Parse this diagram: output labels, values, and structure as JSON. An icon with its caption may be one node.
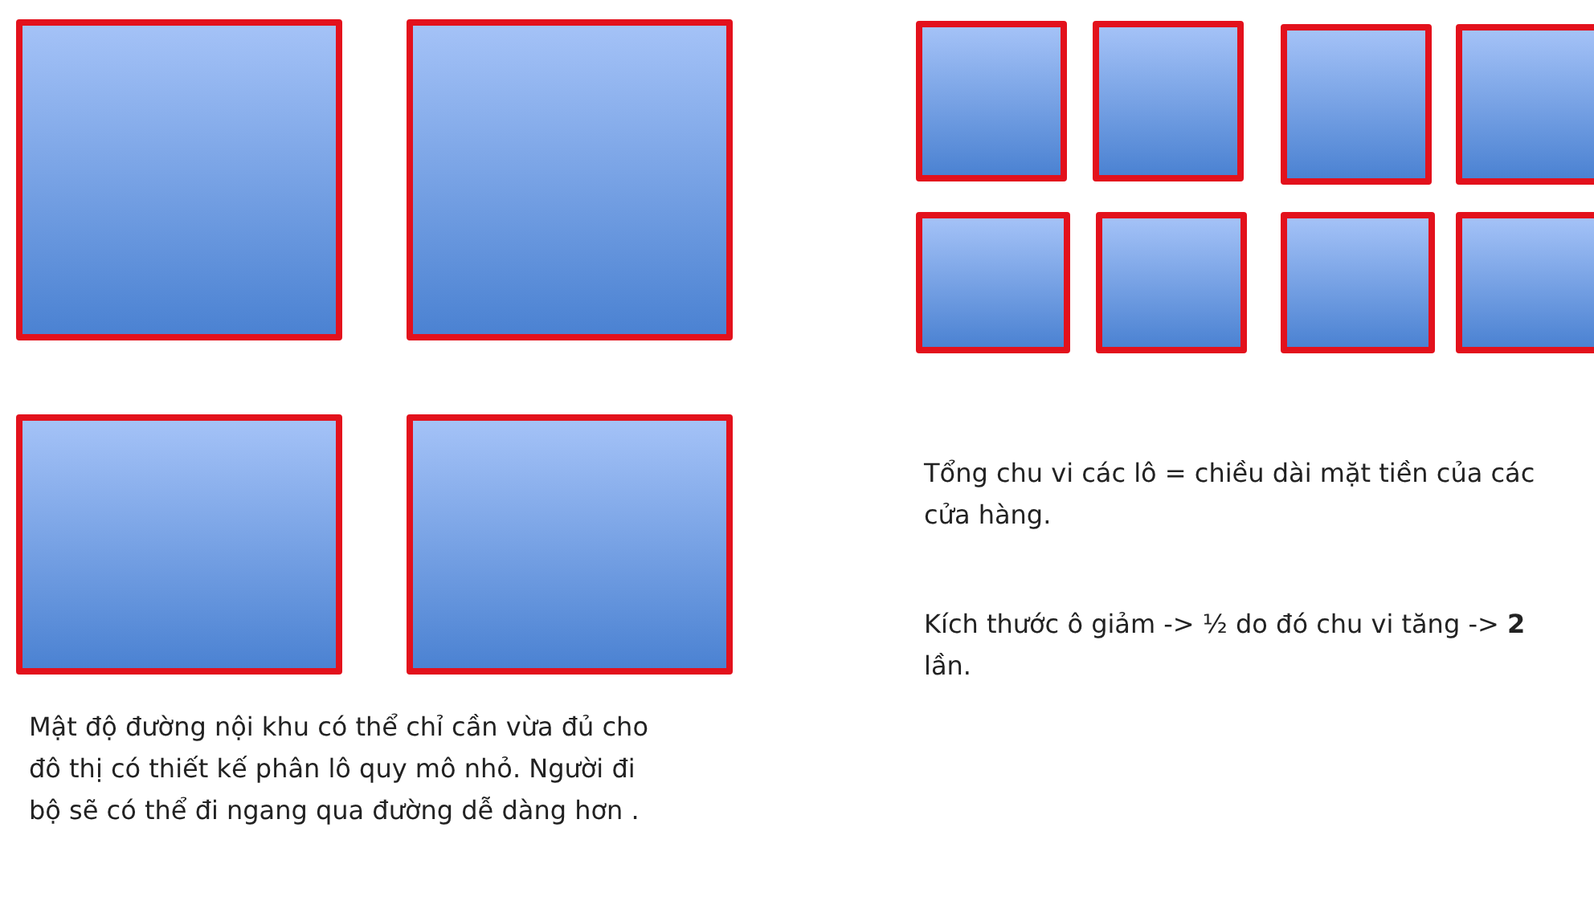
{
  "diagram": {
    "nodes": [
      {
        "text": [],
        "shape": "box"
      },
      {
        "text": [],
        "shape": "box"
      },
      {
        "text": [],
        "shape": "box"
      },
      {
        "text": [],
        "shape": "box"
      },
      {
        "text": [],
        "shape": "box"
      },
      {
        "text": [],
        "shape": "box"
      },
      {
        "text": [],
        "shape": "box"
      },
      {
        "text": [],
        "shape": "box"
      },
      {
        "text": [],
        "shape": "box"
      },
      {
        "text": [],
        "shape": "box"
      },
      {
        "text": [],
        "shape": "box"
      },
      {
        "text": [],
        "shape": "box"
      }
    ],
    "labels": [
      "Mật độ đường nội khu có thể chỉ cần vừa đủ cho đô thị có thiết kế phân lô quy mô nhỏ. Người đi bộ sẽ có thể đi ngang qua đường dễ dàng hơn .",
      "Tổng chu vi các lô = chiều dài mặt tiền của các cửa hàng.",
      "Kích thước ô giảm -> ½  do đó chu vi tăng -> **2** lần."
    ]
  }
}
